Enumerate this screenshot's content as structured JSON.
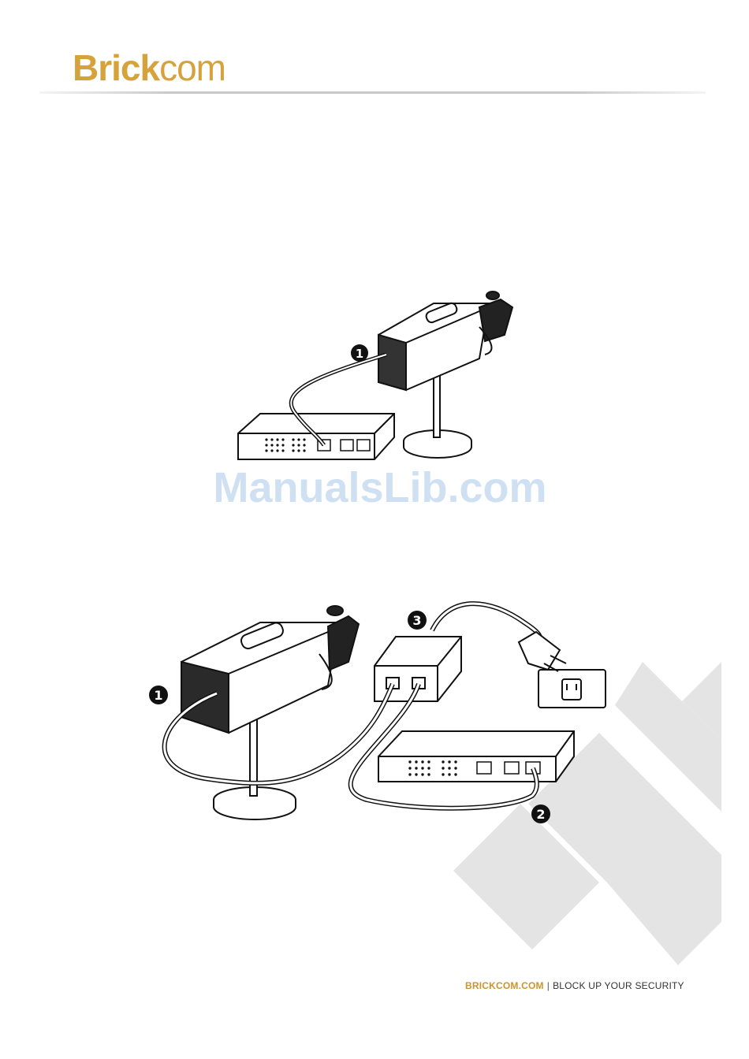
{
  "header": {
    "logo_brick": "Brick",
    "logo_com": "com"
  },
  "watermark": "ManualsLib.com",
  "figure1": {
    "callouts": [
      "1"
    ]
  },
  "figure2": {
    "callouts": [
      "1",
      "2",
      "3"
    ]
  },
  "footer": {
    "site": "BRICKCOM.COM",
    "separator": "|",
    "tagline": "BLOCK UP YOUR SECURITY"
  },
  "colors": {
    "brand": "#d6a23c",
    "footer_site": "#c9952e",
    "watermark": "#cfe0f2",
    "decoration": "#e2e2e2"
  }
}
